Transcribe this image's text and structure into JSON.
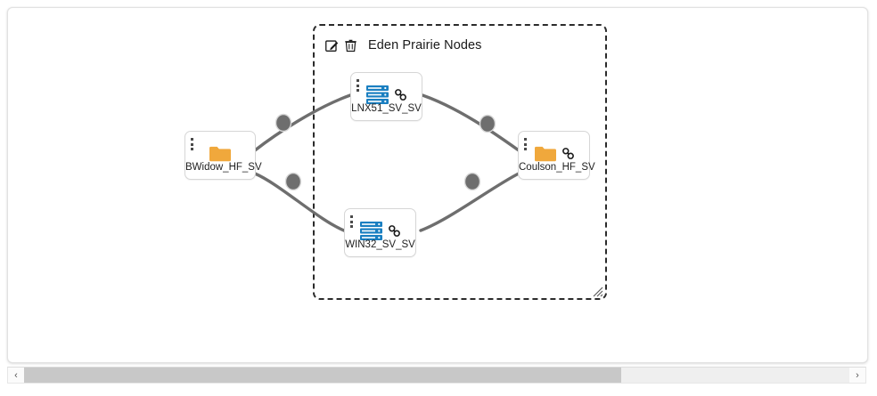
{
  "canvas": {
    "background_color": "#ffffff",
    "border_color": "#e2e2e2"
  },
  "group": {
    "title": "Eden Prairie Nodes",
    "border_style": "dashed",
    "border_color": "#2b2b2b",
    "edit_icon": "edit-icon",
    "delete_icon": "trash-icon",
    "resize_icon": "resize-handle-icon"
  },
  "nodes": [
    {
      "id": "bwidow",
      "label": "BWidow_HF_SV",
      "type": "folder",
      "icon": "folder-icon",
      "icon_color": "#f0a83c",
      "has_link_icon": false,
      "inside_group": false
    },
    {
      "id": "lnx51",
      "label": "LNX51_SV_SV",
      "type": "server",
      "icon": "server-stack-icon",
      "icon_color": "#1a7fc1",
      "has_link_icon": true,
      "inside_group": true
    },
    {
      "id": "win32",
      "label": "WIN32_SV_SV",
      "type": "server",
      "icon": "server-stack-icon",
      "icon_color": "#1a7fc1",
      "has_link_icon": true,
      "inside_group": true
    },
    {
      "id": "coulson",
      "label": "Coulson_HF_SV",
      "type": "folder",
      "icon": "folder-icon",
      "icon_color": "#f0a83c",
      "has_link_icon": true,
      "inside_group": true
    }
  ],
  "edges": [
    {
      "from": "bwidow",
      "to": "lnx51",
      "handle_color": "#707070"
    },
    {
      "from": "lnx51",
      "to": "coulson",
      "handle_color": "#707070"
    },
    {
      "from": "bwidow",
      "to": "win32",
      "handle_color": "#707070"
    },
    {
      "from": "win32",
      "to": "coulson",
      "handle_color": "#707070"
    }
  ],
  "scrollbar": {
    "left_arrow": "‹",
    "right_arrow": "›",
    "thumb_color": "#c8c8c8",
    "track_color": "#efefef"
  }
}
